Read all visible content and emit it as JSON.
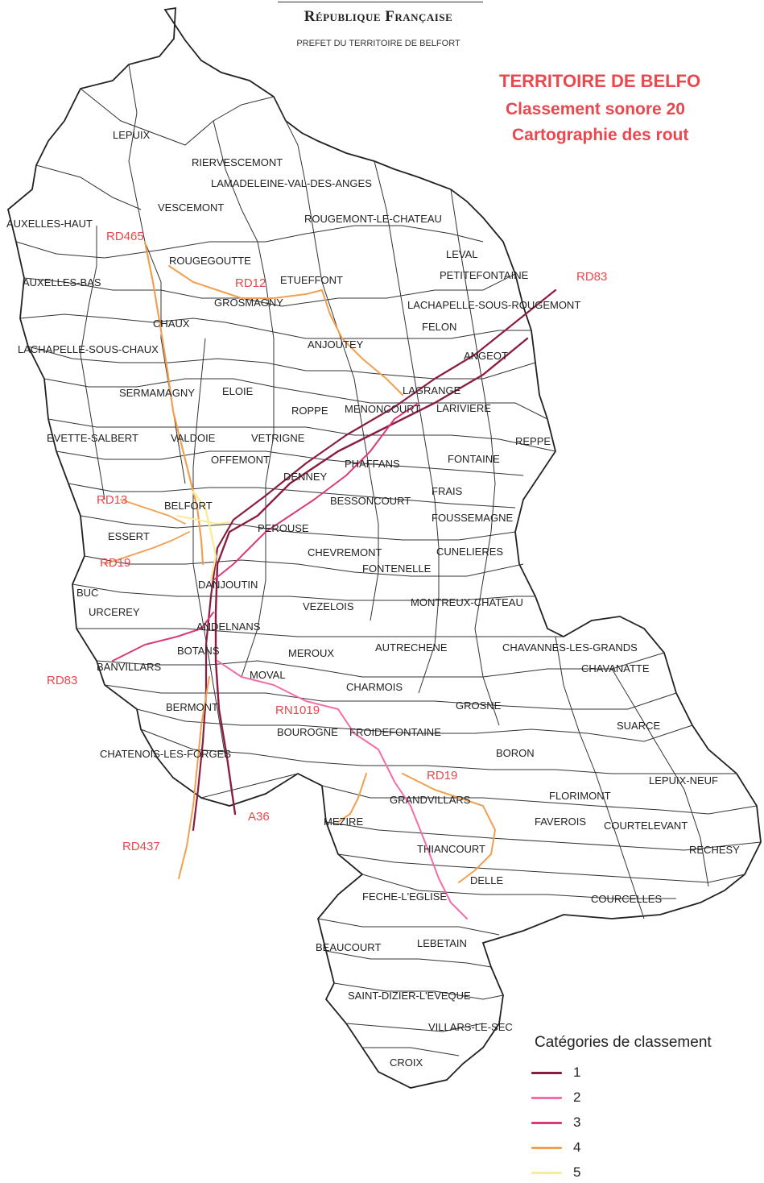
{
  "header": {
    "republique": "République Française",
    "prefet": "PREFET DU TERRITOIRE DE BELFORT"
  },
  "title": {
    "line1": "TERRITOIRE DE BELFO",
    "line2": "Classement sonore 20",
    "line3": "Cartographie des rout"
  },
  "communes": [
    {
      "name": "LEPUIX"
    },
    {
      "name": "RIERVESCEMONT"
    },
    {
      "name": "LAMADELEINE-VAL-DES-ANGES"
    },
    {
      "name": "AUXELLES-HAUT"
    },
    {
      "name": "VESCEMONT"
    },
    {
      "name": "ROUGEMONT-LE-CHATEAU"
    },
    {
      "name": "ROUGEGOUTTE"
    },
    {
      "name": "LEVAL"
    },
    {
      "name": "AUXELLES-BAS"
    },
    {
      "name": "ETUEFFONT"
    },
    {
      "name": "PETITEFONTAINE"
    },
    {
      "name": "GROSMAGNY"
    },
    {
      "name": "LACHAPELLE-SOUS-ROUGEMONT"
    },
    {
      "name": "CHAUX"
    },
    {
      "name": "FELON"
    },
    {
      "name": "LACHAPELLE-SOUS-CHAUX"
    },
    {
      "name": "ANJOUTEY"
    },
    {
      "name": "ANGEOT"
    },
    {
      "name": "SERMAMAGNY"
    },
    {
      "name": "ELOIE"
    },
    {
      "name": "LAGRANGE"
    },
    {
      "name": "ROPPE"
    },
    {
      "name": "MENONCOURT"
    },
    {
      "name": "LARIVIERE"
    },
    {
      "name": "EVETTE-SALBERT"
    },
    {
      "name": "VALDOIE"
    },
    {
      "name": "VETRIGNE"
    },
    {
      "name": "REPPE"
    },
    {
      "name": "OFFEMONT"
    },
    {
      "name": "PHAFFANS"
    },
    {
      "name": "FONTAINE"
    },
    {
      "name": "DENNEY"
    },
    {
      "name": "BELFORT"
    },
    {
      "name": "BESSONCOURT"
    },
    {
      "name": "FRAIS"
    },
    {
      "name": "FOUSSEMAGNE"
    },
    {
      "name": "ESSERT"
    },
    {
      "name": "PEROUSE"
    },
    {
      "name": "CHEVREMONT"
    },
    {
      "name": "CUNELIERES"
    },
    {
      "name": "FONTENELLE"
    },
    {
      "name": "BUC"
    },
    {
      "name": "DANJOUTIN"
    },
    {
      "name": "URCEREY"
    },
    {
      "name": "VEZELOIS"
    },
    {
      "name": "MONTREUX-CHATEAU"
    },
    {
      "name": "ANDELNANS"
    },
    {
      "name": "BOTANS"
    },
    {
      "name": "MEROUX"
    },
    {
      "name": "AUTRECHENE"
    },
    {
      "name": "CHAVANNES-LES-GRANDS"
    },
    {
      "name": "BANVILLARS"
    },
    {
      "name": "CHAVANATTE"
    },
    {
      "name": "MOVAL"
    },
    {
      "name": "CHARMOIS"
    },
    {
      "name": "BERMONT"
    },
    {
      "name": "GROSNE"
    },
    {
      "name": "SUARCE"
    },
    {
      "name": "BOUROGNE"
    },
    {
      "name": "FROIDEFONTAINE"
    },
    {
      "name": "CHATENOIS-LES-FORGES"
    },
    {
      "name": "BORON"
    },
    {
      "name": "LEPUIX-NEUF"
    },
    {
      "name": "GRANDVILLARS"
    },
    {
      "name": "FLORIMONT"
    },
    {
      "name": "MEZIRE"
    },
    {
      "name": "FAVEROIS"
    },
    {
      "name": "COURTELEVANT"
    },
    {
      "name": "RECHESY"
    },
    {
      "name": "THIANCOURT"
    },
    {
      "name": "DELLE"
    },
    {
      "name": "FECHE-L'EGLISE"
    },
    {
      "name": "COURCELLES"
    },
    {
      "name": "BEAUCOURT"
    },
    {
      "name": "LEBETAIN"
    },
    {
      "name": "SAINT-DIZIER-L'EVEQUE"
    },
    {
      "name": "VILLARS-LE-SEC"
    },
    {
      "name": "CROIX"
    }
  ],
  "road_labels": [
    {
      "name": "RD465"
    },
    {
      "name": "RD12"
    },
    {
      "name": "RD83"
    },
    {
      "name": "RD13"
    },
    {
      "name": "RD19"
    },
    {
      "name": "RD83"
    },
    {
      "name": "RN1019"
    },
    {
      "name": "RD19"
    },
    {
      "name": "A36"
    },
    {
      "name": "RD437"
    }
  ],
  "legend": {
    "title": "Catégories de classement",
    "items": [
      {
        "label": "1",
        "color": "#8b1e3f"
      },
      {
        "label": "2",
        "color": "#f06fa8"
      },
      {
        "label": "3",
        "color": "#d93a7a"
      },
      {
        "label": "4",
        "color": "#f0a050"
      },
      {
        "label": "5",
        "color": "#f7ec9a"
      }
    ]
  },
  "colors": {
    "title_red": "#e8484e",
    "border": "#222222"
  }
}
